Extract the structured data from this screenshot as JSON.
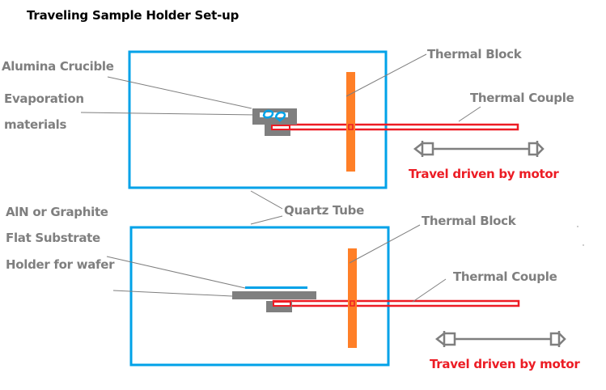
{
  "title": "Traveling Sample Holder  Set-up",
  "colors": {
    "tube": "#00a2e8",
    "thermal_block": "#ff7f27",
    "thermocouple": "#ed1c24",
    "holder": "#7f7f7f",
    "label_text": "#7f7f7f",
    "motor_text": "#ed1c24",
    "leader_line": "#7f7f7f"
  },
  "top_setup": {
    "labels": {
      "crucible": "Alumina Crucible",
      "evaporation_line1": "Evaporation",
      "evaporation_line2": "materials",
      "thermal_block": "Thermal Block",
      "thermal_couple": "Thermal Couple",
      "motor": "Travel driven by motor"
    }
  },
  "shared": {
    "quartz_tube": "Quartz Tube"
  },
  "bottom_setup": {
    "labels": {
      "holder_line1": "AlN or Graphite",
      "holder_line2": "Flat Substrate",
      "holder_line3": "Holder for wafer",
      "thermal_block": "Thermal Block",
      "thermal_couple": "Thermal Couple",
      "motor": "Travel driven by motor"
    }
  }
}
